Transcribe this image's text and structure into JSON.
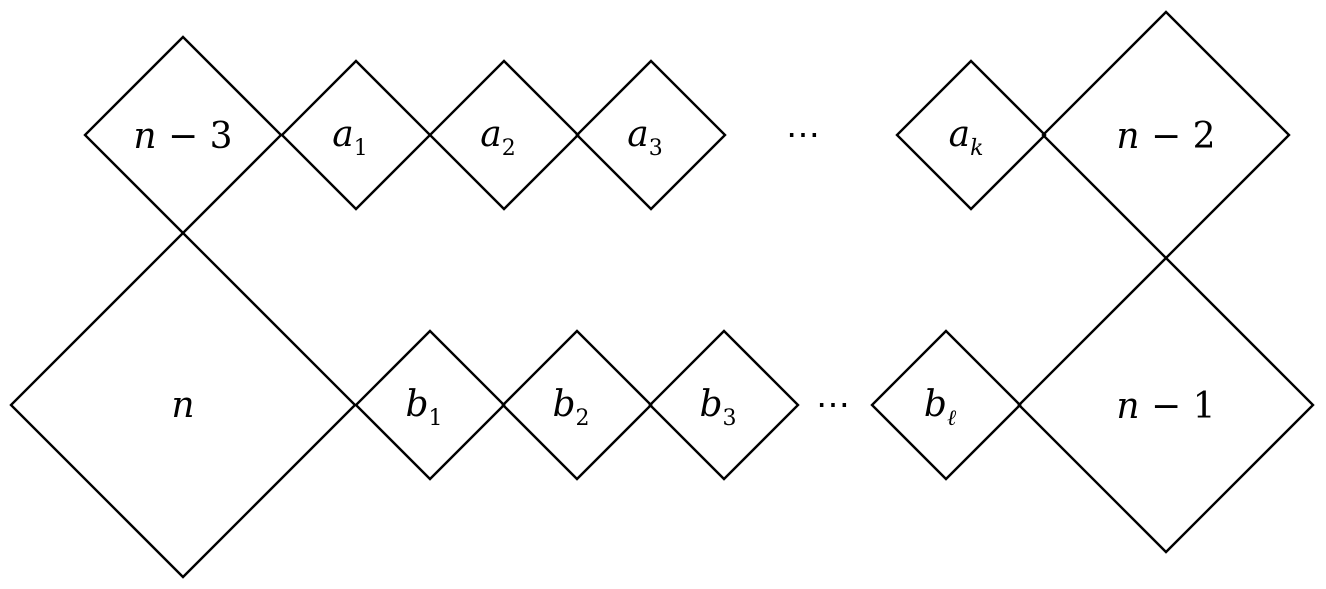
{
  "top_row": {
    "n_minus_3": {
      "var": "n",
      "op": " − 3",
      "sub": ""
    },
    "a1": {
      "var": "a",
      "op": "",
      "sub": "1"
    },
    "a2": {
      "var": "a",
      "op": "",
      "sub": "2"
    },
    "a3": {
      "var": "a",
      "op": "",
      "sub": "3"
    },
    "ellipsis": "⋯",
    "ak": {
      "var": "a",
      "op": "",
      "sub": "k"
    },
    "n_minus_2": {
      "var": "n",
      "op": " − 2",
      "sub": ""
    }
  },
  "bottom_row": {
    "n": {
      "var": "n",
      "op": "",
      "sub": ""
    },
    "b1": {
      "var": "b",
      "op": "",
      "sub": "1"
    },
    "b2": {
      "var": "b",
      "op": "",
      "sub": "2"
    },
    "b3": {
      "var": "b",
      "op": "",
      "sub": "3"
    },
    "ellipsis": "⋯",
    "bl": {
      "var": "b",
      "op": "",
      "sub": "ℓ"
    },
    "n_minus_1": {
      "var": "n",
      "op": " − 1",
      "sub": ""
    }
  }
}
